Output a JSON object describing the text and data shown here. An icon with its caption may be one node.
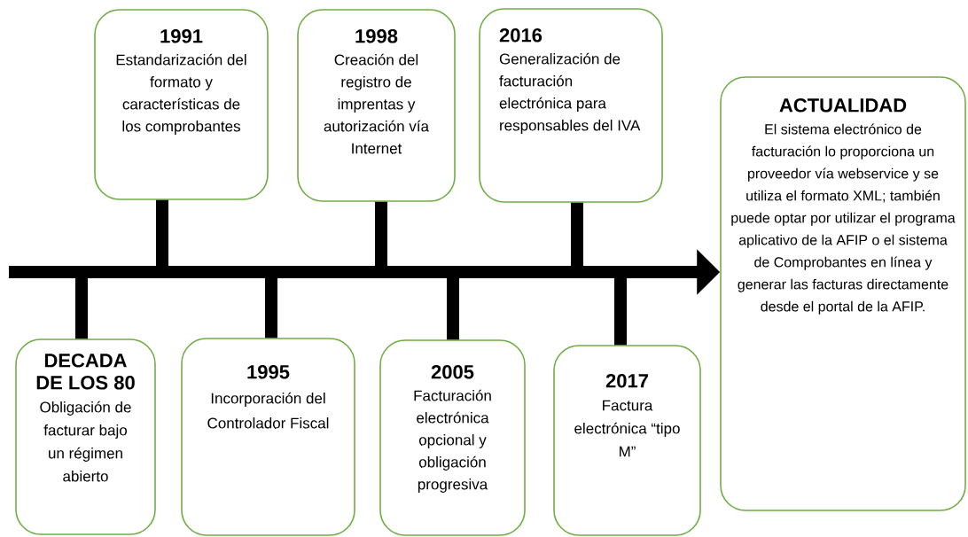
{
  "diagram": {
    "nodes": [
      {
        "text": [
          "DECADA DE LOS 80",
          "Obligación de facturar bajo un régimen abierto"
        ]
      },
      {
        "text": [
          "1991",
          "Estandarización del formato y características de los comprobantes"
        ]
      },
      {
        "text": [
          "1995",
          "Incorporación del Controlador Fiscal"
        ]
      },
      {
        "text": [
          "1998",
          "Creación del registro de imprentas y autorización vía Internet"
        ]
      },
      {
        "text": [
          "2005",
          "Facturación electrónica opcional y obligación progresiva"
        ]
      },
      {
        "text": [
          "2016",
          "Generalización de facturación electrónica para responsables del IVA"
        ]
      },
      {
        "text": [
          "2017",
          "Factura electrónica “tipo M”"
        ]
      },
      {
        "text": [
          "ACTUALIDAD",
          "El sistema electrónico de facturación lo proporciona un proveedor vía webservice y se utiliza el formato XML; también puede optar por utilizar el programa aplicativo de la AFIP o el sistema de Comprobantes en línea y generar las facturas directamente desde el portal de la AFIP."
        ]
      }
    ],
    "edges": [
      {
        "from": null,
        "to": 7,
        "arrow": "to"
      },
      {
        "from": 0,
        "to": null,
        "arrow": "none"
      },
      {
        "from": 1,
        "to": null,
        "arrow": "none"
      },
      {
        "from": 2,
        "to": null,
        "arrow": "none"
      },
      {
        "from": 3,
        "to": null,
        "arrow": "none"
      },
      {
        "from": 4,
        "to": null,
        "arrow": "none"
      },
      {
        "from": 5,
        "to": null,
        "arrow": "none"
      },
      {
        "from": 6,
        "to": null,
        "arrow": "none"
      }
    ]
  }
}
